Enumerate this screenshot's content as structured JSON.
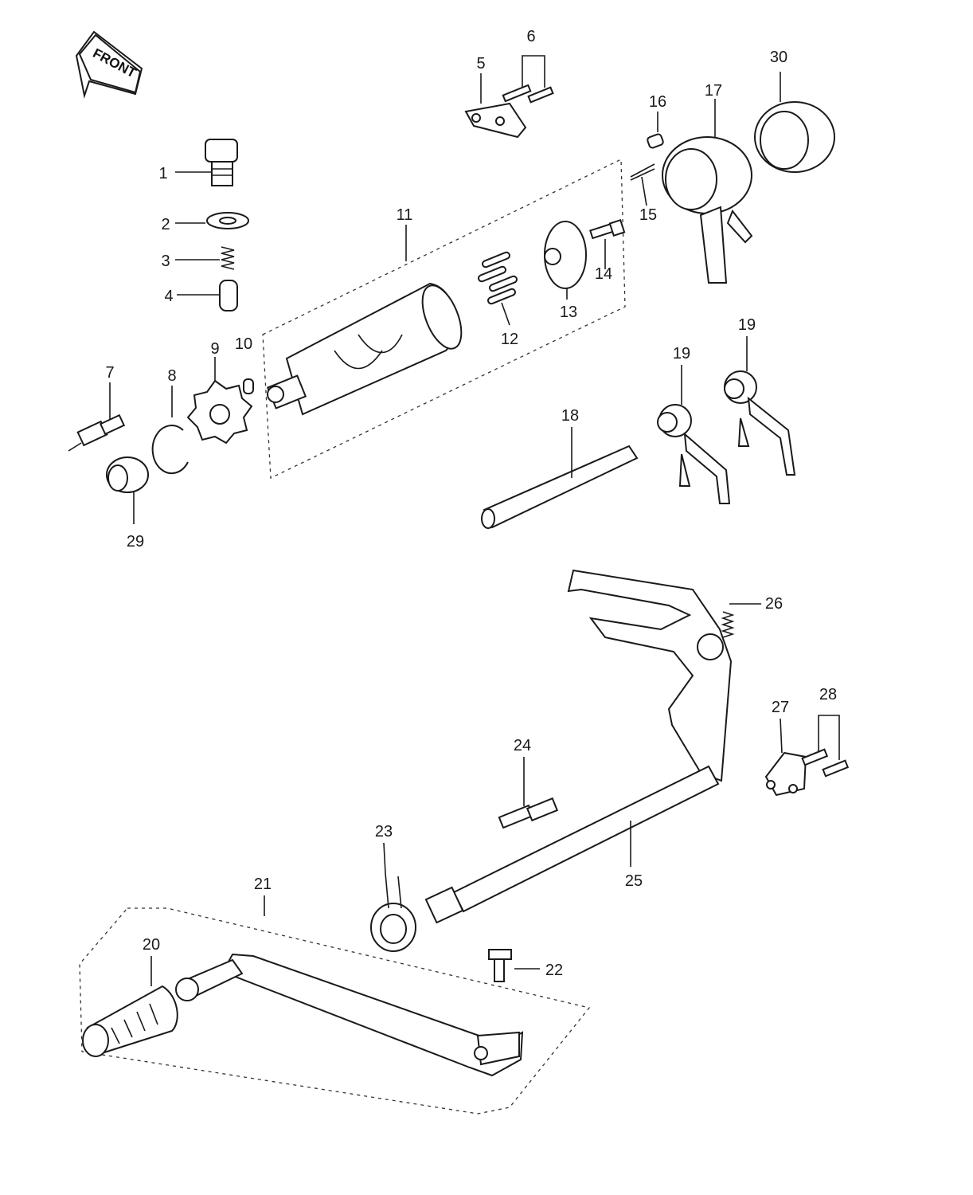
{
  "diagram": {
    "front_marker": "FRONT",
    "callouts": [
      {
        "id": "1",
        "text": "1"
      },
      {
        "id": "2",
        "text": "2"
      },
      {
        "id": "3",
        "text": "3"
      },
      {
        "id": "4",
        "text": "4"
      },
      {
        "id": "5",
        "text": "5"
      },
      {
        "id": "6",
        "text": "6"
      },
      {
        "id": "7",
        "text": "7"
      },
      {
        "id": "8",
        "text": "8"
      },
      {
        "id": "9",
        "text": "9"
      },
      {
        "id": "10",
        "text": "10"
      },
      {
        "id": "11",
        "text": "11"
      },
      {
        "id": "12",
        "text": "12"
      },
      {
        "id": "13",
        "text": "13"
      },
      {
        "id": "14",
        "text": "14"
      },
      {
        "id": "15",
        "text": "15"
      },
      {
        "id": "16",
        "text": "16"
      },
      {
        "id": "17",
        "text": "17"
      },
      {
        "id": "18",
        "text": "18"
      },
      {
        "id": "19a",
        "text": "19"
      },
      {
        "id": "19b",
        "text": "19"
      },
      {
        "id": "20",
        "text": "20"
      },
      {
        "id": "21",
        "text": "21"
      },
      {
        "id": "22",
        "text": "22"
      },
      {
        "id": "23",
        "text": "23"
      },
      {
        "id": "24",
        "text": "24"
      },
      {
        "id": "25",
        "text": "25"
      },
      {
        "id": "26",
        "text": "26"
      },
      {
        "id": "27",
        "text": "27"
      },
      {
        "id": "28",
        "text": "28"
      },
      {
        "id": "29",
        "text": "29"
      },
      {
        "id": "30",
        "text": "30"
      }
    ]
  }
}
